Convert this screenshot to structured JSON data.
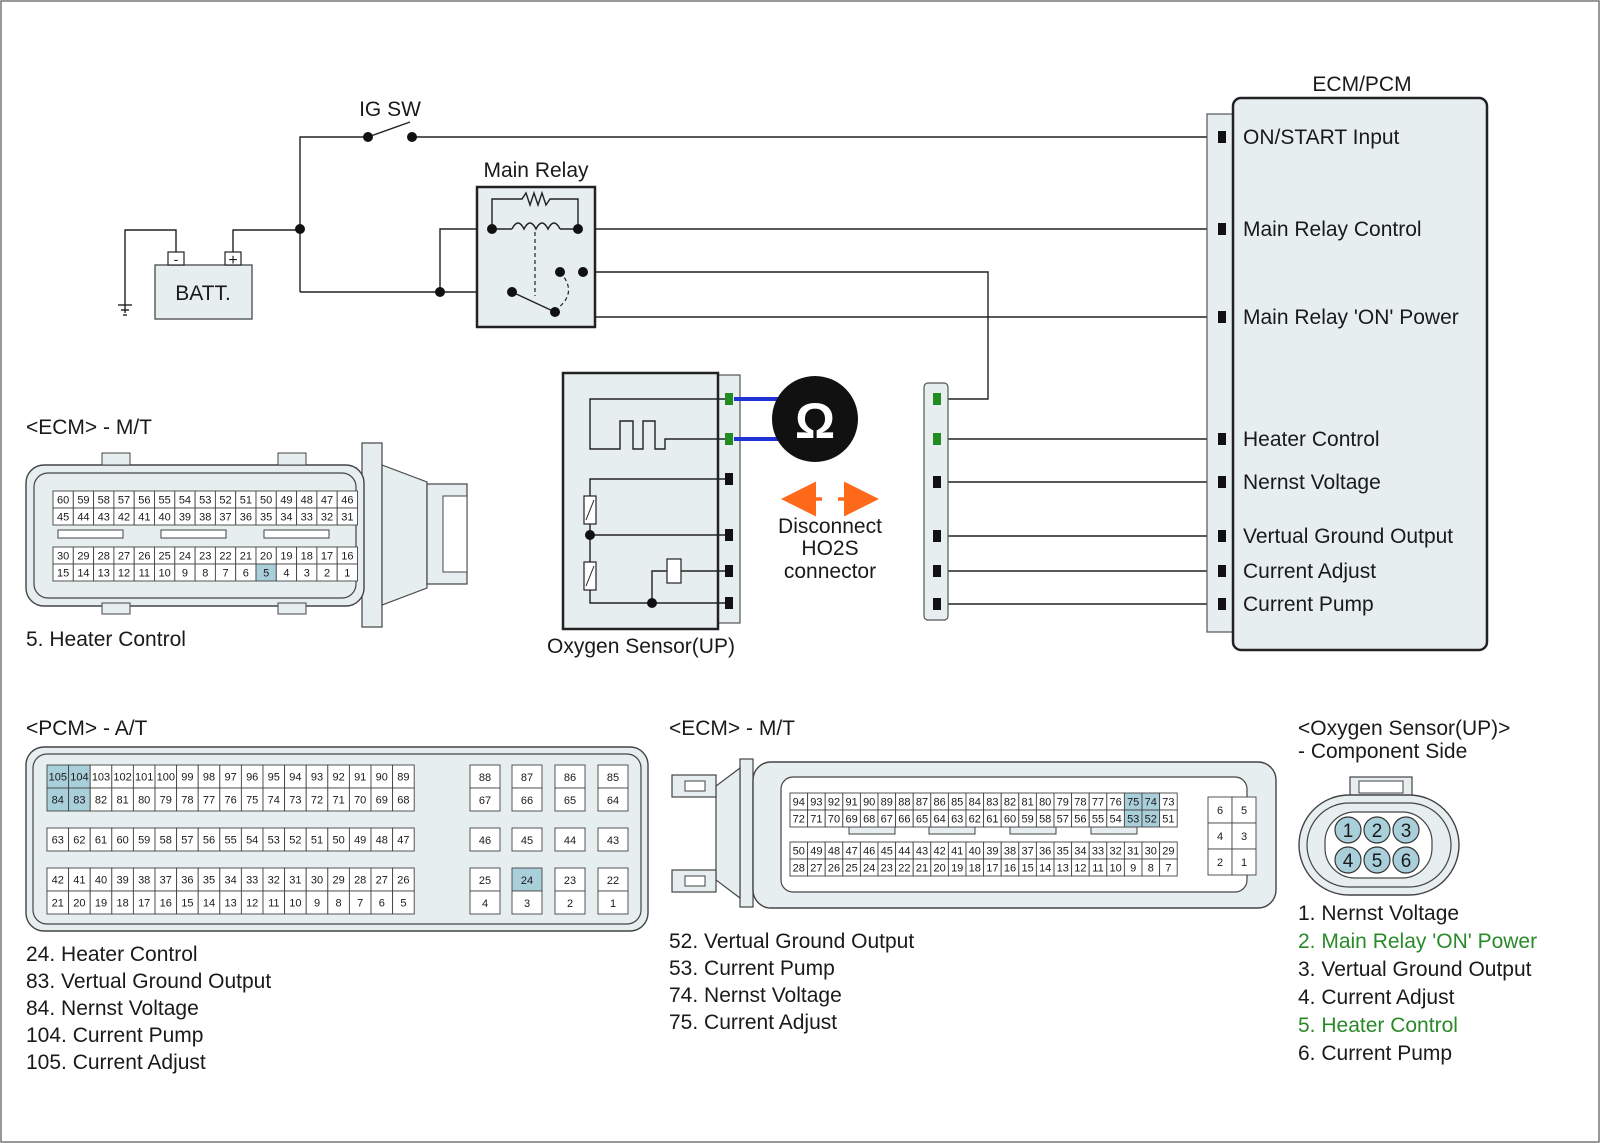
{
  "colors": {
    "highlight_pin": "#a9cfdb",
    "connector_fill": "#e6eef0",
    "probe_wire": "#1f32d6",
    "arrow": "#ff6a1a",
    "green_terminal": "#228b22",
    "green_text": "#2a8a2a"
  },
  "top": {
    "ig_sw": "IG SW",
    "main_relay": "Main Relay",
    "battery": "BATT.",
    "ecm_pcm_title": "ECM/PCM",
    "ecm_inputs": [
      "ON/START Input",
      "Main Relay Control",
      "Main Relay 'ON' Power",
      "Heater Control",
      "Nernst Voltage",
      "Vertual Ground Output",
      "Current Adjust",
      "Current Pump"
    ],
    "ohm_symbol": "Ω",
    "disconnect_text": [
      "Disconnect",
      "HO2S",
      "connector"
    ],
    "oxygen_sensor_label": "Oxygen Sensor(UP)"
  },
  "ecm_mt_small": {
    "title": "<ECM> - M/T",
    "rows": [
      [
        "60",
        "59",
        "58",
        "57",
        "56",
        "55",
        "54",
        "53",
        "52",
        "51",
        "50",
        "49",
        "48",
        "47",
        "46"
      ],
      [
        "45",
        "44",
        "43",
        "42",
        "41",
        "40",
        "39",
        "38",
        "37",
        "36",
        "35",
        "34",
        "33",
        "32",
        "31"
      ],
      [
        "30",
        "29",
        "28",
        "27",
        "26",
        "25",
        "24",
        "23",
        "22",
        "21",
        "20",
        "19",
        "18",
        "17",
        "16"
      ],
      [
        "15",
        "14",
        "13",
        "12",
        "11",
        "10",
        "9",
        "8",
        "7",
        "6",
        "5",
        "4",
        "3",
        "2",
        "1"
      ]
    ],
    "highlight": [
      "5"
    ],
    "legend": [
      "5. Heater Control"
    ]
  },
  "pcm_at": {
    "title": "<PCM> - A/T",
    "main_rows": [
      [
        "105",
        "104",
        "103",
        "102",
        "101",
        "100",
        "99",
        "98",
        "97",
        "96",
        "95",
        "94",
        "93",
        "92",
        "91",
        "90",
        "89"
      ],
      [
        "84",
        "83",
        "82",
        "81",
        "80",
        "79",
        "78",
        "77",
        "76",
        "75",
        "74",
        "73",
        "72",
        "71",
        "70",
        "69",
        "68"
      ],
      [
        "63",
        "62",
        "61",
        "60",
        "59",
        "58",
        "57",
        "56",
        "55",
        "54",
        "53",
        "52",
        "51",
        "50",
        "49",
        "48",
        "47"
      ],
      [
        "42",
        "41",
        "40",
        "39",
        "38",
        "37",
        "36",
        "35",
        "34",
        "33",
        "32",
        "31",
        "30",
        "29",
        "28",
        "27",
        "26"
      ],
      [
        "21",
        "20",
        "19",
        "18",
        "17",
        "16",
        "15",
        "14",
        "13",
        "12",
        "11",
        "10",
        "9",
        "8",
        "7",
        "6",
        "5"
      ]
    ],
    "side_rows": [
      [
        "88",
        "87",
        "86",
        "85"
      ],
      [
        "67",
        "66",
        "65",
        "64"
      ],
      [
        "46",
        "45",
        "44",
        "43"
      ],
      [
        "25",
        "24",
        "23",
        "22"
      ],
      [
        "4",
        "3",
        "2",
        "1"
      ]
    ],
    "highlight": [
      "105",
      "104",
      "84",
      "83",
      "24"
    ],
    "legend": [
      "24. Heater Control",
      "83. Vertual Ground Output",
      "84. Nernst Voltage",
      "104. Current Pump",
      "105. Current Adjust"
    ]
  },
  "ecm_mt_large": {
    "title": "<ECM> - M/T",
    "rows": [
      [
        "94",
        "93",
        "92",
        "91",
        "90",
        "89",
        "88",
        "87",
        "86",
        "85",
        "84",
        "83",
        "82",
        "81",
        "80",
        "79",
        "78",
        "77",
        "76",
        "75",
        "74",
        "73"
      ],
      [
        "72",
        "71",
        "70",
        "69",
        "68",
        "67",
        "66",
        "65",
        "64",
        "63",
        "62",
        "61",
        "60",
        "59",
        "58",
        "57",
        "56",
        "55",
        "54",
        "53",
        "52",
        "51"
      ],
      [
        "50",
        "49",
        "48",
        "47",
        "46",
        "45",
        "44",
        "43",
        "42",
        "41",
        "40",
        "39",
        "38",
        "37",
        "36",
        "35",
        "34",
        "33",
        "32",
        "31",
        "30",
        "29"
      ],
      [
        "28",
        "27",
        "26",
        "25",
        "24",
        "23",
        "22",
        "21",
        "20",
        "19",
        "18",
        "17",
        "16",
        "15",
        "14",
        "13",
        "12",
        "11",
        "10",
        "9",
        "8",
        "7"
      ]
    ],
    "side_rows": [
      [
        "6",
        "5"
      ],
      [
        "4",
        "3"
      ],
      [
        "2",
        "1"
      ]
    ],
    "highlight": [
      "75",
      "74",
      "53",
      "52"
    ],
    "legend": [
      "52. Vertual Ground Output",
      "53. Current Pump",
      "74. Nernst Voltage",
      "75. Current Adjust"
    ]
  },
  "o2_component": {
    "title_line1": "<Oxygen Sensor(UP)>",
    "title_line2": "- Component Side",
    "pins": [
      "1",
      "2",
      "3",
      "4",
      "5",
      "6"
    ],
    "legend": [
      {
        "text": "1. Nernst Voltage",
        "green": false
      },
      {
        "text": "2. Main Relay 'ON' Power",
        "green": true
      },
      {
        "text": "3. Vertual Ground Output",
        "green": false
      },
      {
        "text": "4. Current Adjust",
        "green": false
      },
      {
        "text": "5. Heater Control",
        "green": true
      },
      {
        "text": "6. Current Pump",
        "green": false
      }
    ]
  }
}
